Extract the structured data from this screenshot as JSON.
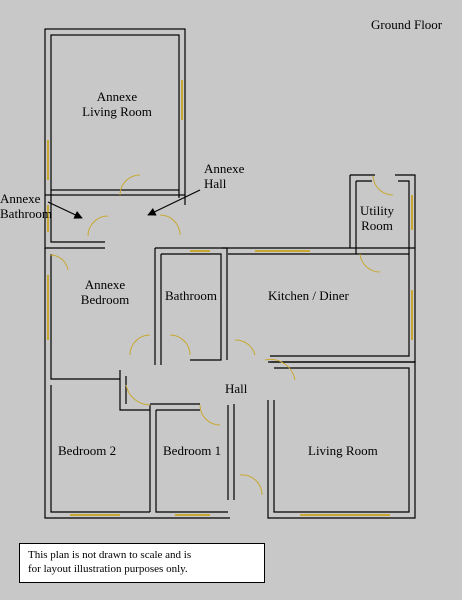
{
  "floor_title": "Ground Floor",
  "rooms": {
    "annexe_living": [
      "Annexe",
      "Living Room"
    ],
    "annexe_hall": [
      "Annexe",
      "Hall"
    ],
    "annexe_bathroom": [
      "Annexe",
      "Bathroom"
    ],
    "utility": [
      "Utility",
      "Room"
    ],
    "annexe_bedroom": [
      "Annexe",
      "Bedroom"
    ],
    "bathroom": "Bathroom",
    "kitchen": "Kitchen / Diner",
    "hall": "Hall",
    "bedroom2": "Bedroom 2",
    "bedroom1": "Bedroom 1",
    "living": "Living Room"
  },
  "note": [
    "This plan is not drawn to scale and is",
    "for layout illustration purposes only."
  ],
  "colors": {
    "background": "#c8c8c8",
    "wall": "#000000",
    "door": "#c8a832",
    "window": "#c8a832"
  }
}
